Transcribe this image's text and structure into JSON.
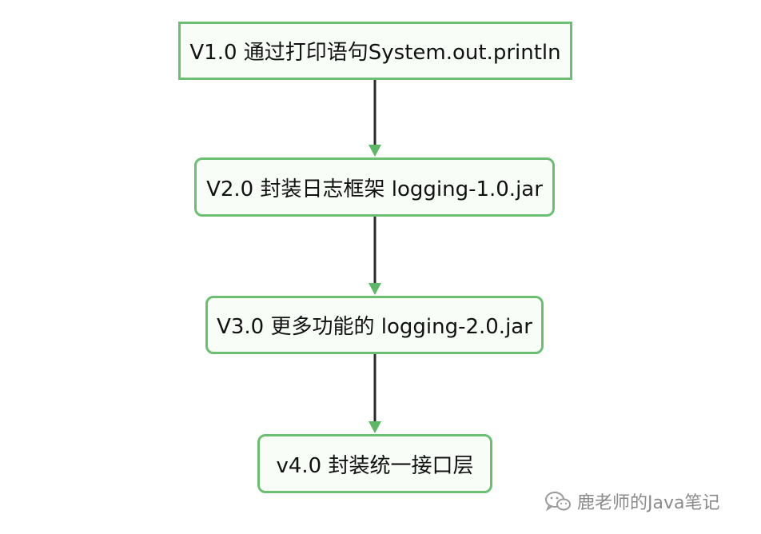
{
  "nodes": [
    {
      "id": "n1",
      "label": "V1.0 通过打印语句System.out.println"
    },
    {
      "id": "n2",
      "label": "V2.0 封装日志框架 logging-1.0.jar"
    },
    {
      "id": "n3",
      "label": "V3.0 更多功能的 logging-2.0.jar"
    },
    {
      "id": "n4",
      "label": "v4.0 封装统一接口层"
    }
  ],
  "edges": [
    {
      "from": "n1",
      "to": "n2"
    },
    {
      "from": "n2",
      "to": "n3"
    },
    {
      "from": "n3",
      "to": "n4"
    }
  ],
  "watermark": {
    "icon": "wechat-icon",
    "text": "鹿老师的Java笔记"
  },
  "colors": {
    "node_border": "#6cbf72",
    "node_fill": "#f8fdf8",
    "edge_line": "#2b2b2b",
    "arrow_head": "#5cb864",
    "watermark_text": "#8a8a8a"
  }
}
